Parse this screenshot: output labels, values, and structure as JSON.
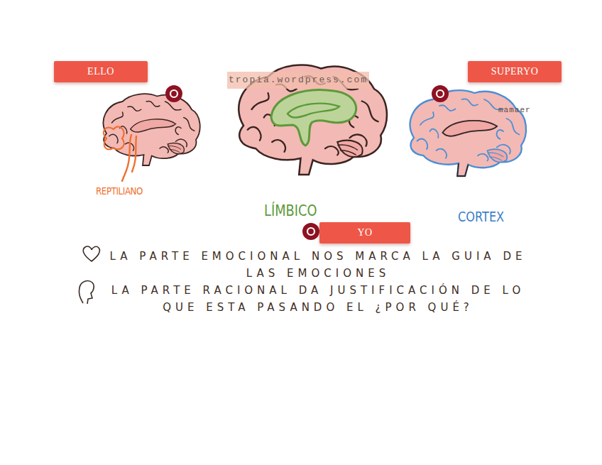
{
  "diagram": {
    "nodes": [
      {
        "text": [
          "ELLO"
        ]
      },
      {
        "text": [
          "REPTILIANO"
        ]
      },
      {
        "text": [
          "LÍMBICO"
        ]
      },
      {
        "text": [
          "SUPERYO"
        ]
      },
      {
        "text": [
          "CORTEX"
        ]
      },
      {
        "text": [
          "YO"
        ]
      }
    ],
    "labels": [
      "tropia.wordpress.com",
      "mamaer",
      "LA PARTE EMOCIONAL NOS MARCA LA GUIA DE LAS EMOCIONES",
      "LA PARTE RACIONAL DA JUSTIFICACIÓN DE LO QUE ESTA PASANDO EL ¿POR QUÉ?"
    ]
  }
}
